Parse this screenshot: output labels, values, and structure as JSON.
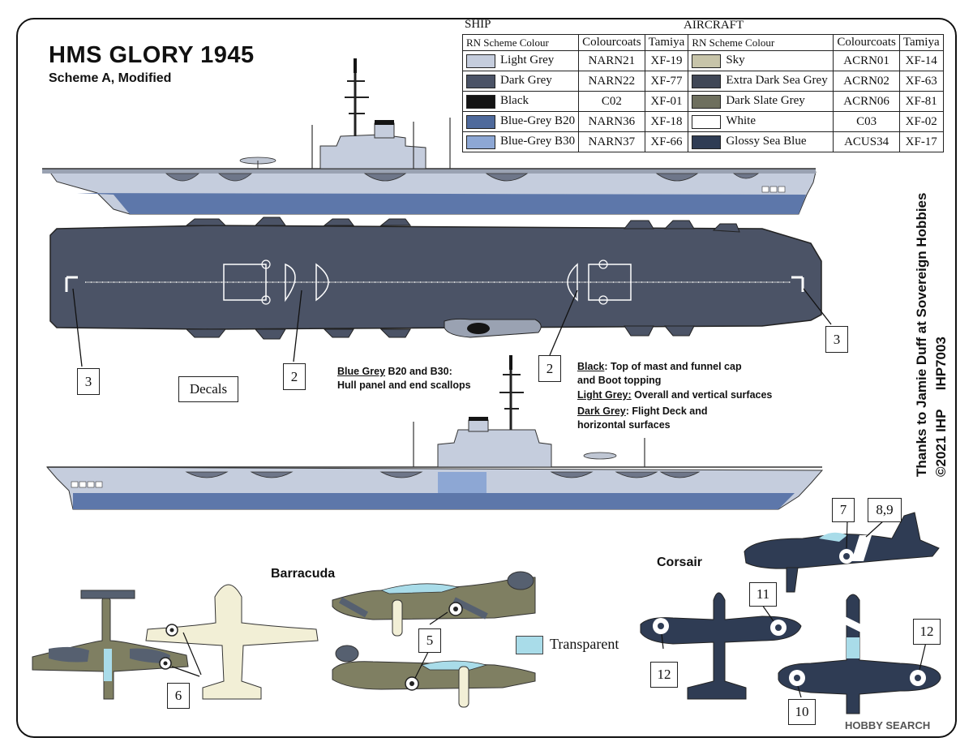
{
  "header": {
    "title": "HMS GLORY 1945",
    "subtitle": "Scheme A, Modified"
  },
  "colour_table": {
    "ship_heading": "SHIP",
    "aircraft_heading": "AIRCRAFT",
    "columns": [
      "RN Scheme Colour",
      "Colourcoats",
      "Tamiya"
    ],
    "ship": [
      {
        "name": "Light Grey",
        "colourcoats": "NARN21",
        "tamiya": "XF-19",
        "color": "#c5cddd"
      },
      {
        "name": "Dark Grey",
        "colourcoats": "NARN22",
        "tamiya": "XF-77",
        "color": "#4b5366"
      },
      {
        "name": "Black",
        "colourcoats": "C02",
        "tamiya": "XF-01",
        "color": "#141414"
      },
      {
        "name": "Blue-Grey B20",
        "colourcoats": "NARN36",
        "tamiya": "XF-18",
        "color": "#4f6a9c"
      },
      {
        "name": "Blue-Grey B30",
        "colourcoats": "NARN37",
        "tamiya": "XF-66",
        "color": "#8da7d4"
      }
    ],
    "aircraft": [
      {
        "name": "Sky",
        "colourcoats": "ACRN01",
        "tamiya": "XF-14",
        "color": "#c7c4a9"
      },
      {
        "name": "Extra Dark Sea Grey",
        "colourcoats": "ACRN02",
        "tamiya": "XF-63",
        "color": "#404756"
      },
      {
        "name": "Dark Slate Grey",
        "colourcoats": "ACRN06",
        "tamiya": "XF-81",
        "color": "#6e6f5e"
      },
      {
        "name": "White",
        "colourcoats": "C03",
        "tamiya": "XF-02",
        "color": "#ffffff"
      },
      {
        "name": "Glossy Sea Blue",
        "colourcoats": "ACUS34",
        "tamiya": "XF-17",
        "color": "#2f3c54"
      }
    ]
  },
  "credits": {
    "line1": "Thanks to Jamie Duff at Sovereign Hobbies",
    "line2": "©2021 IHP     IHP7003"
  },
  "notes": {
    "blue_grey_title": "Blue Grey",
    "blue_grey_rest": " B20 and B30:",
    "blue_grey_line2": "Hull panel and end scallops",
    "black_title": "Black",
    "black_rest": ": Top of  mast and funnel cap",
    "black_line2": "and Boot topping",
    "light_title": "Light Grey:",
    "light_rest": " Overall and vertical surfaces",
    "dark_title": "Dark Grey",
    "dark_rest": ": Flight Deck and",
    "dark_line2": "horizontal surfaces"
  },
  "decals_label": "Decals",
  "callouts": {
    "c3_left": "3",
    "c3_right": "3",
    "c2_left": "2",
    "c2_right": "2",
    "c5": "5",
    "c6": "6",
    "c7": "7",
    "c89": "8,9",
    "c11": "11",
    "c12_left": "12",
    "c12_right": "12",
    "c10": "10"
  },
  "aircraft_labels": {
    "barracuda": "Barracuda",
    "corsair": "Corsair"
  },
  "legend": {
    "transparent": "Transparent",
    "transparent_color": "#a9dce9"
  },
  "watermark": "HOBBY SEARCH",
  "colors": {
    "hull_light": "#c5cddd",
    "hull_blue": "#5d77aa",
    "deck": "#4b5366",
    "black": "#141414"
  }
}
